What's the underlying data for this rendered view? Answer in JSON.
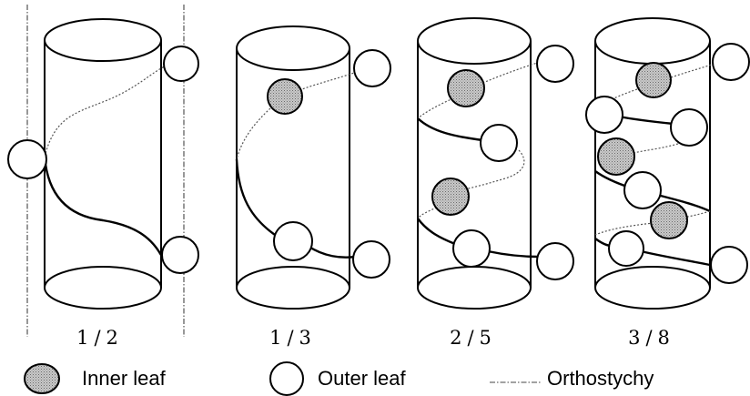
{
  "diagram": {
    "panels": [
      {
        "label": "1/2"
      },
      {
        "label": "1/3"
      },
      {
        "label": "2/5"
      },
      {
        "label": "3/8"
      }
    ],
    "legend": {
      "inner": "Inner leaf",
      "outer": "Outer leaf",
      "ortho": "Orthostychy"
    }
  }
}
